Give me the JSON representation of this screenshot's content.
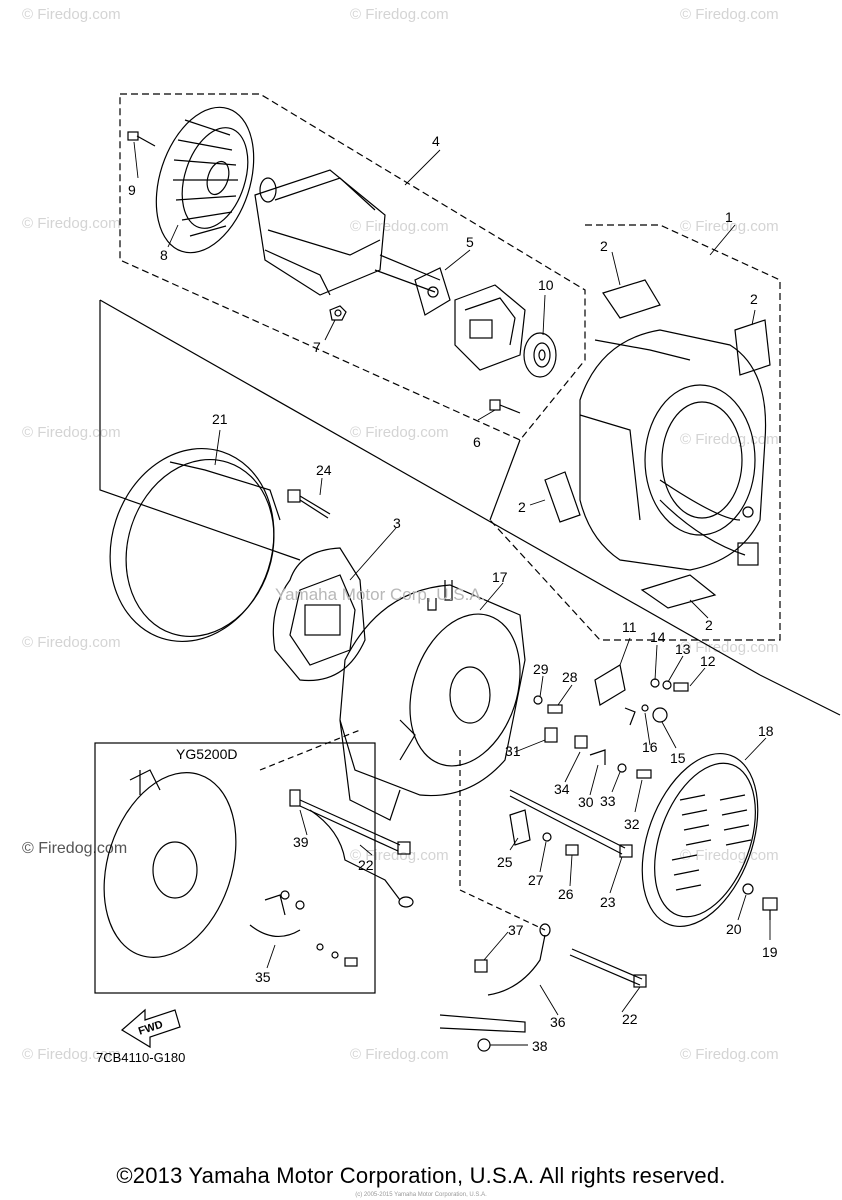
{
  "watermark": "© Firedog.com",
  "diagram_watermark": "Yamaha Motor Corp, U.S.A.",
  "callouts": [
    "1",
    "2",
    "3",
    "4",
    "5",
    "6",
    "7",
    "8",
    "9",
    "10",
    "11",
    "12",
    "13",
    "14",
    "15",
    "16",
    "17",
    "18",
    "19",
    "20",
    "21",
    "22",
    "23",
    "24",
    "25",
    "26",
    "27",
    "28",
    "29",
    "30",
    "31",
    "32",
    "33",
    "34",
    "35",
    "36",
    "37",
    "38",
    "39"
  ],
  "inset_model": "YG5200D",
  "fwd_label": "FWD",
  "diagram_code": "7CB4110-G180",
  "copyright": "©2013 Yamaha Motor Corporation, U.S.A. All rights reserved.",
  "fine_print": "(c) 2005-2015 Yamaha Motor Corporation, U.S.A."
}
